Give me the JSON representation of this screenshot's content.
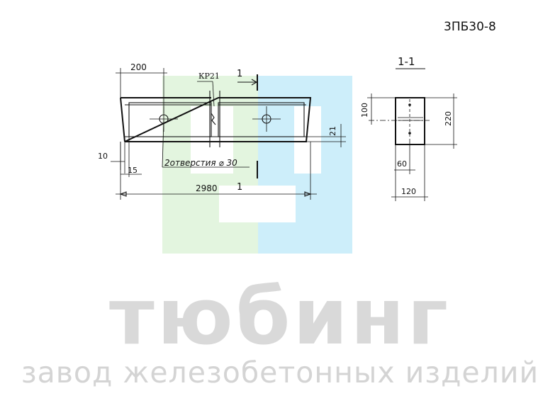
{
  "drawing": {
    "product_code": "3ПБ30-8",
    "section_label": "1-1",
    "cut_mark": "1",
    "rebar_mark": "КР21",
    "holes_note": "2отверстия ⌀ 30",
    "dims": {
      "d200": "200",
      "d2980": "2980",
      "d10": "10",
      "d15": "15",
      "d21": "21",
      "d100": "100",
      "d220": "220",
      "d60": "60",
      "d120": "120"
    }
  },
  "watermark": {
    "logo_name": "тюбинг",
    "tagline": "завод железобетонных изделий",
    "colors": {
      "green": "#e3f5df",
      "blue": "#cdeefa",
      "white": "#ffffff",
      "text": "#d9d9d9"
    }
  }
}
